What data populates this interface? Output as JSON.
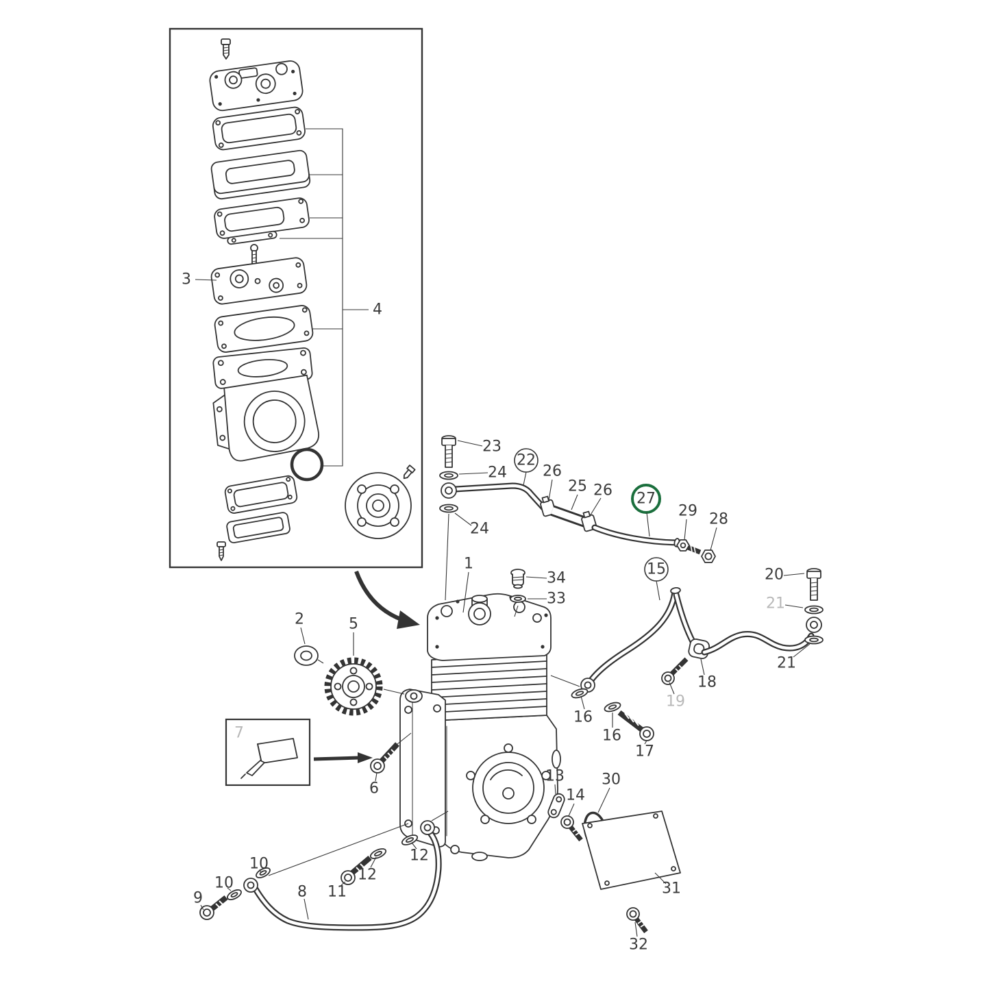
{
  "page": {
    "background": "#ffffff"
  },
  "diagram": {
    "kind": "exploded-parts-diagram",
    "ink_color": "#333333",
    "muted_label_color": "#b8b8b8",
    "highlight_color": "#1b6f3d",
    "highlighted_callout": "27",
    "callouts": [
      {
        "label": "3",
        "style": "plain"
      },
      {
        "label": "4",
        "style": "plain"
      },
      {
        "label": "23",
        "style": "plain"
      },
      {
        "label": "24",
        "style": "plain"
      },
      {
        "label": "22",
        "style": "circled"
      },
      {
        "label": "26",
        "style": "plain"
      },
      {
        "label": "25",
        "style": "plain"
      },
      {
        "label": "26",
        "style": "plain"
      },
      {
        "label": "27",
        "style": "circled-highlight"
      },
      {
        "label": "29",
        "style": "plain"
      },
      {
        "label": "28",
        "style": "plain"
      },
      {
        "label": "20",
        "style": "plain"
      },
      {
        "label": "21",
        "style": "muted"
      },
      {
        "label": "21",
        "style": "plain"
      },
      {
        "label": "24",
        "style": "plain"
      },
      {
        "label": "1",
        "style": "plain"
      },
      {
        "label": "34",
        "style": "plain"
      },
      {
        "label": "33",
        "style": "plain"
      },
      {
        "label": "15",
        "style": "circled"
      },
      {
        "label": "2",
        "style": "plain"
      },
      {
        "label": "5",
        "style": "plain"
      },
      {
        "label": "16",
        "style": "plain"
      },
      {
        "label": "16",
        "style": "plain"
      },
      {
        "label": "17",
        "style": "plain"
      },
      {
        "label": "18",
        "style": "plain"
      },
      {
        "label": "19",
        "style": "muted"
      },
      {
        "label": "7",
        "style": "muted"
      },
      {
        "label": "6",
        "style": "plain"
      },
      {
        "label": "13",
        "style": "plain"
      },
      {
        "label": "14",
        "style": "plain"
      },
      {
        "label": "30",
        "style": "plain"
      },
      {
        "label": "31",
        "style": "plain"
      },
      {
        "label": "32",
        "style": "plain"
      },
      {
        "label": "12",
        "style": "plain"
      },
      {
        "label": "12",
        "style": "plain"
      },
      {
        "label": "11",
        "style": "plain"
      },
      {
        "label": "10",
        "style": "plain"
      },
      {
        "label": "10",
        "style": "plain"
      },
      {
        "label": "9",
        "style": "plain"
      },
      {
        "label": "8",
        "style": "plain"
      }
    ]
  }
}
